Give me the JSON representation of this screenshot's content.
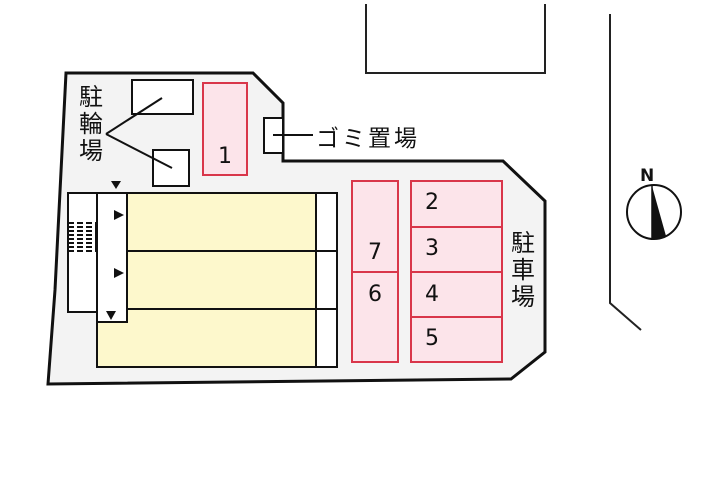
{
  "diagram": {
    "type": "site-plan",
    "labels": {
      "bicycle_parking": "駐輪場",
      "bicycle_parking_chars": [
        "駐",
        "輪",
        "場"
      ],
      "garbage_area": "ゴミ置場",
      "car_parking": "駐車場",
      "car_parking_chars": [
        "駐",
        "車",
        "場"
      ],
      "north": "N"
    },
    "parking_spaces": [
      {
        "id": "1",
        "label": "1"
      },
      {
        "id": "2",
        "label": "2"
      },
      {
        "id": "3",
        "label": "3"
      },
      {
        "id": "4",
        "label": "4"
      },
      {
        "id": "5",
        "label": "5"
      },
      {
        "id": "6",
        "label": "6"
      },
      {
        "id": "7",
        "label": "7"
      }
    ],
    "colors": {
      "site_fill": "#f3f3f3",
      "building_fill": "#fdf8cc",
      "parking_fill": "#fce4ea",
      "parking_stroke": "#d9364a",
      "outline": "#111111"
    }
  }
}
